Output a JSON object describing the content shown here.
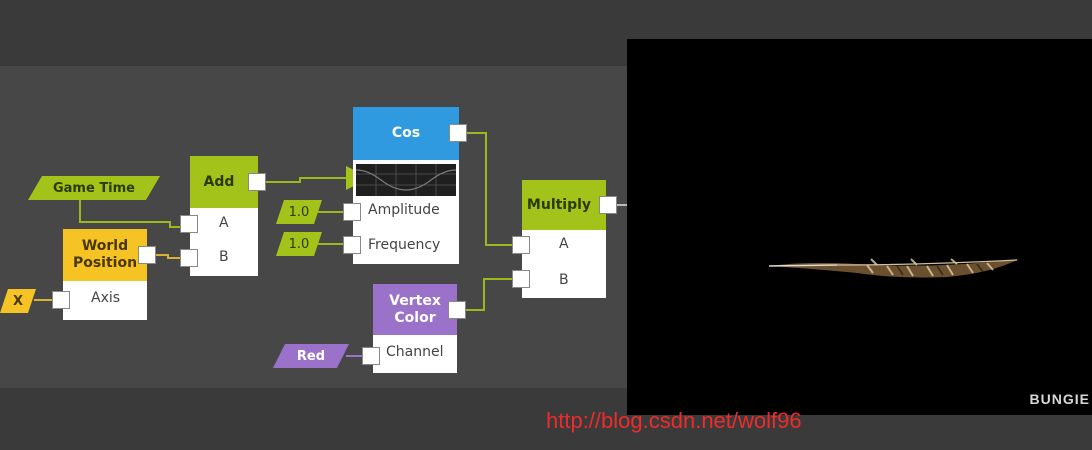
{
  "colors": {
    "background": "#3a3a3a",
    "canvas": "#474747",
    "green": "#a4c31a",
    "yellow": "#f6c324",
    "purple": "#9b72c9",
    "blue": "#2f9ae0",
    "wire_green": "#9ab91c",
    "wire_yellow": "#d8b230",
    "watermark": "#ee2b2b"
  },
  "inputs": {
    "game_time": "Game Time",
    "x": "X",
    "amplitude_value": "1.0",
    "frequency_value": "1.0",
    "red": "Red"
  },
  "nodes": {
    "world_position": {
      "title": "World Position",
      "ports": [
        "Axis"
      ]
    },
    "add": {
      "title": "Add",
      "ports": [
        "A",
        "B"
      ]
    },
    "cos": {
      "title": "Cos",
      "ports": [
        "Amplitude",
        "Frequency"
      ]
    },
    "vertex_color": {
      "title": "Vertex Color",
      "ports": [
        "Channel"
      ]
    },
    "multiply": {
      "title": "Multiply",
      "ports": [
        "A",
        "B"
      ]
    }
  },
  "preview": {
    "image": "feather",
    "brand": "BUNGIE"
  },
  "watermark": "http://blog.csdn.net/wolf96"
}
